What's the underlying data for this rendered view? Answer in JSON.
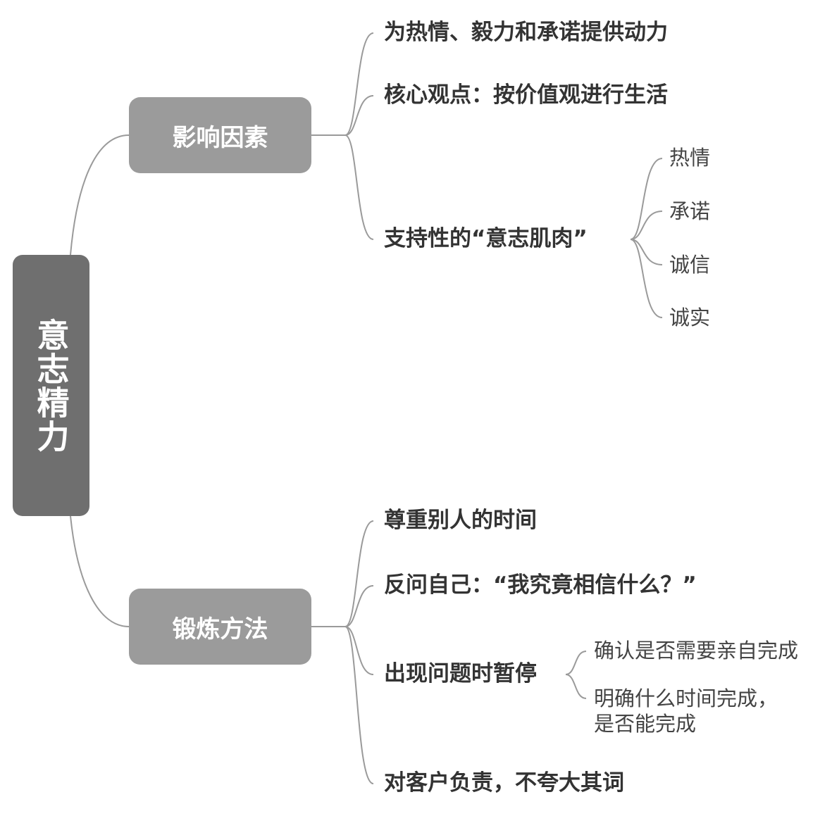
{
  "root": "意志精力",
  "branches": [
    {
      "label": "影响因素",
      "children": [
        {
          "label": "为热情、毅力和承诺提供动力"
        },
        {
          "label": "核心观点：按价值观进行生活"
        },
        {
          "label": "支持性的“意志肌肉”",
          "children": [
            "热情",
            "承诺",
            "诚信",
            "诚实"
          ]
        }
      ]
    },
    {
      "label": "锻炼方法",
      "children": [
        {
          "label": "尊重别人的时间"
        },
        {
          "label": "反问自己：“我究竟相信什么？”"
        },
        {
          "label": "出现问题时暂停",
          "children": [
            "确认是否需要亲自完成",
            "明确什么时间完成，",
            "是否能完成"
          ]
        },
        {
          "label": "对客户负责，不夸大其词"
        }
      ]
    }
  ],
  "colors": {
    "root": "#6f6f6f",
    "branch": "#9b9b9b",
    "line": "#9a9a9a"
  }
}
